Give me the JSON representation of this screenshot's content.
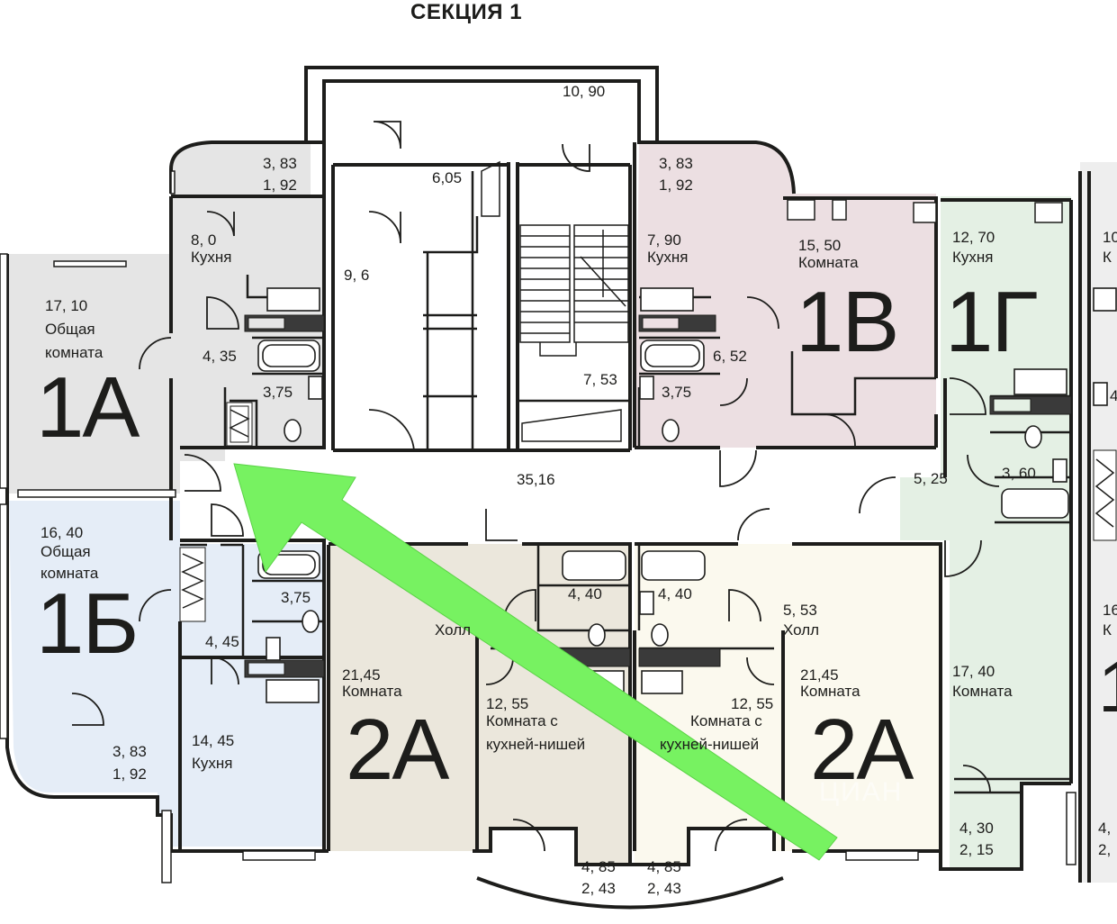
{
  "title": "СЕКЦИЯ 1",
  "colors": {
    "apt_1a": "#e5e5e5",
    "apt_1b": "#e5edf7",
    "apt_2a_left": "#ebe7dc",
    "apt_2a_right": "#fbf9ee",
    "apt_1v": "#ecdfe2",
    "apt_1g": "#e4f0e4",
    "arrow": "#77f261",
    "wall": "#1d1d1b"
  },
  "apartments": {
    "a1a": "1А",
    "a1b": "1Б",
    "a2a_left": "2А",
    "a2a_right": "2А",
    "a1v": "1В",
    "a1g": "1Г"
  },
  "rooms": {
    "a1a_living_area": "17, 10",
    "a1a_living_label_1": "Общая",
    "a1a_living_label_2": "комната",
    "a1a_balcony_1": "3, 83",
    "a1a_balcony_2": "1, 92",
    "a1a_kitchen_area": "8, 0",
    "a1a_kitchen_label": "Кухня",
    "a1a_hall": "4, 35",
    "a1a_bath": "3,75",
    "stair_top_balcony": "10, 90",
    "stair_6": "6,05",
    "stair_9": "9, 6",
    "stair_7": "7, 53",
    "corridor": "35,16",
    "a1b_living_area": "16, 40",
    "a1b_living_label_1": "Общая",
    "a1b_living_label_2": "комната",
    "a1b_bath": "3,75",
    "a1b_hall": "4, 45",
    "a1b_balcony_1": "3, 83",
    "a1b_balcony_2": "1, 92",
    "a1b_kitchen_area": "14, 45",
    "a1b_kitchen_label": "Кухня",
    "a2a_left_room_area": "21,45",
    "a2a_left_room_label": "Комната",
    "a2a_left_hall_label": "Холл",
    "a2a_left_bath": "4, 40",
    "a2a_left_kitchen_area": "12, 55",
    "a2a_left_kitchen_label_1": "Комната с",
    "a2a_left_kitchen_label_2": "кухней-нишей",
    "a2a_left_balcony_1": "4, 85",
    "a2a_left_balcony_2": "2, 43",
    "a2a_right_bath": "4, 40",
    "a2a_right_hall_area": "5, 53",
    "a2a_right_hall_label": "Холл",
    "a2a_right_room_area": "21,45",
    "a2a_right_room_label": "Комната",
    "a2a_right_kitchen_area": "12, 55",
    "a2a_right_kitchen_label_1": "Комната с",
    "a2a_right_kitchen_label_2": "кухней-нишей",
    "a2a_right_balcony_1": "4, 85",
    "a2a_right_balcony_2": "2, 43",
    "a1v_balcony_1": "3, 83",
    "a1v_balcony_2": "1, 92",
    "a1v_kitchen_area": "7, 90",
    "a1v_kitchen_label": "Кухня",
    "a1v_hall": "6, 52",
    "a1v_bath": "3,75",
    "a1v_room_area": "15, 50",
    "a1v_room_label": "Комната",
    "a1g_kitchen_area": "12, 70",
    "a1g_kitchen_label": "Кухня",
    "a1g_hall": "5, 25",
    "a1g_bath": "3, 60",
    "a1g_room_area": "17, 40",
    "a1g_room_label": "Комната",
    "a1g_balcony_1": "4, 30",
    "a1g_balcony_2": "2, 15",
    "edge_1": "10",
    "edge_2": "К",
    "edge_3": "4",
    "edge_4": "16",
    "edge_5": "К",
    "edge_6": "4,",
    "edge_7": "2,"
  },
  "watermark": "ЦИАН"
}
